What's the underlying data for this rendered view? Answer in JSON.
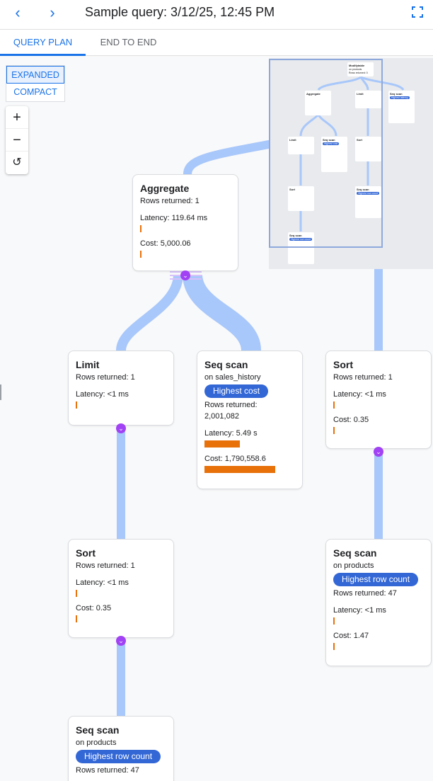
{
  "header": {
    "title": "Sample query: 3/12/25, 12:45 PM",
    "back_icon": "chevron-left-icon",
    "forward_icon": "chevron-right-icon",
    "fullscreen_icon": "fullscreen-icon"
  },
  "tabs": [
    {
      "label": "QUERY PLAN",
      "active": true
    },
    {
      "label": "END TO END",
      "active": false
    }
  ],
  "view_mode": {
    "options": [
      "EXPANDED",
      "COMPACT"
    ],
    "selected": "EXPANDED"
  },
  "zoom_controls": {
    "zoom_in": "+",
    "zoom_out": "−",
    "reset": "↺"
  },
  "colors": {
    "accent": "#1a73e8",
    "edge": "#a8c7fa",
    "bar": "#e8710a",
    "badge": "#3367d6",
    "chevron": "#a142f4"
  },
  "nodes": {
    "aggregate": {
      "title": "Aggregate",
      "rows": "Rows returned: 1",
      "latency": "Latency: 119.64 ms",
      "cost": "Cost: 5,000.06"
    },
    "limit": {
      "title": "Limit",
      "rows": "Rows returned: 1",
      "latency": "Latency: <1 ms"
    },
    "seq_sales": {
      "title": "Seq scan",
      "on": "on sales_history",
      "badge": "Highest cost",
      "rows": "Rows returned:",
      "rows_value": "2,001,082",
      "latency": "Latency: 5.49 s",
      "cost": "Cost: 1,790,558.6"
    },
    "sort_right": {
      "title": "Sort",
      "rows": "Rows returned: 1",
      "latency": "Latency: <1 ms",
      "cost": "Cost: 0.35"
    },
    "sort_left": {
      "title": "Sort",
      "rows": "Rows returned: 1",
      "latency": "Latency: <1 ms",
      "cost": "Cost: 0.35"
    },
    "seq_products_right": {
      "title": "Seq scan",
      "on": "on products",
      "badge": "Highest row count",
      "rows": "Rows returned: 47",
      "latency": "Latency: <1 ms",
      "cost": "Cost: 1.47"
    },
    "seq_products_left": {
      "title": "Seq scan",
      "on": "on products",
      "badge": "Highest row count",
      "rows": "Rows returned: 47"
    }
  },
  "minimap": {
    "modifytable": {
      "title": "Modifytable",
      "on": "on products",
      "rows": "Rows returned: 0"
    },
    "aggregate": "Aggregate",
    "limit": "Limit",
    "seq_scan": "Seq scan",
    "badge_latency": "Highest latency",
    "badge_cost": "Highest cost",
    "badge_rows": "Highest row count",
    "sort": "Sort"
  }
}
